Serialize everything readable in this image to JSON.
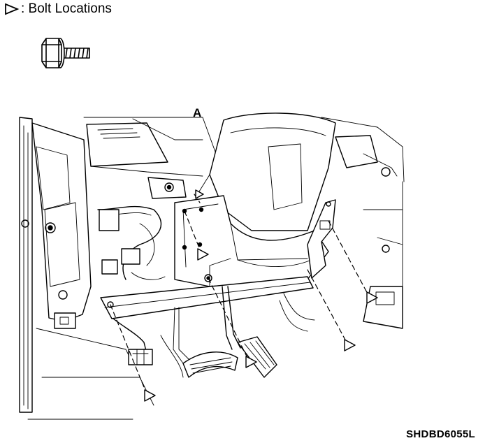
{
  "legend": {
    "symbol": "triangle-marker",
    "text": ": Bolt Locations"
  },
  "bolt_icon": "flange-bolt-icon",
  "view_label": "A",
  "figure_code": "SHDBD6055L",
  "markers": {
    "count": 7
  }
}
